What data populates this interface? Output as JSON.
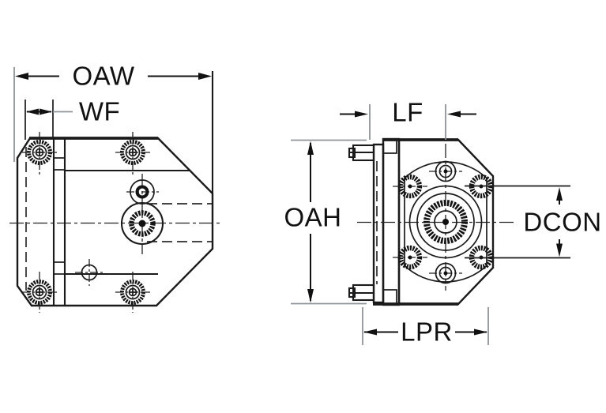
{
  "labels": {
    "oaw": "OAW",
    "wf": "WF",
    "lf": "LF",
    "oah": "OAH",
    "dcon": "DCON",
    "lpr": "LPR"
  },
  "colors": {
    "body_fill": "#cdd6dd",
    "line": "#1a1a1a",
    "extension_line": "#8f9499",
    "centerline": "#222222",
    "background": "#ffffff"
  }
}
